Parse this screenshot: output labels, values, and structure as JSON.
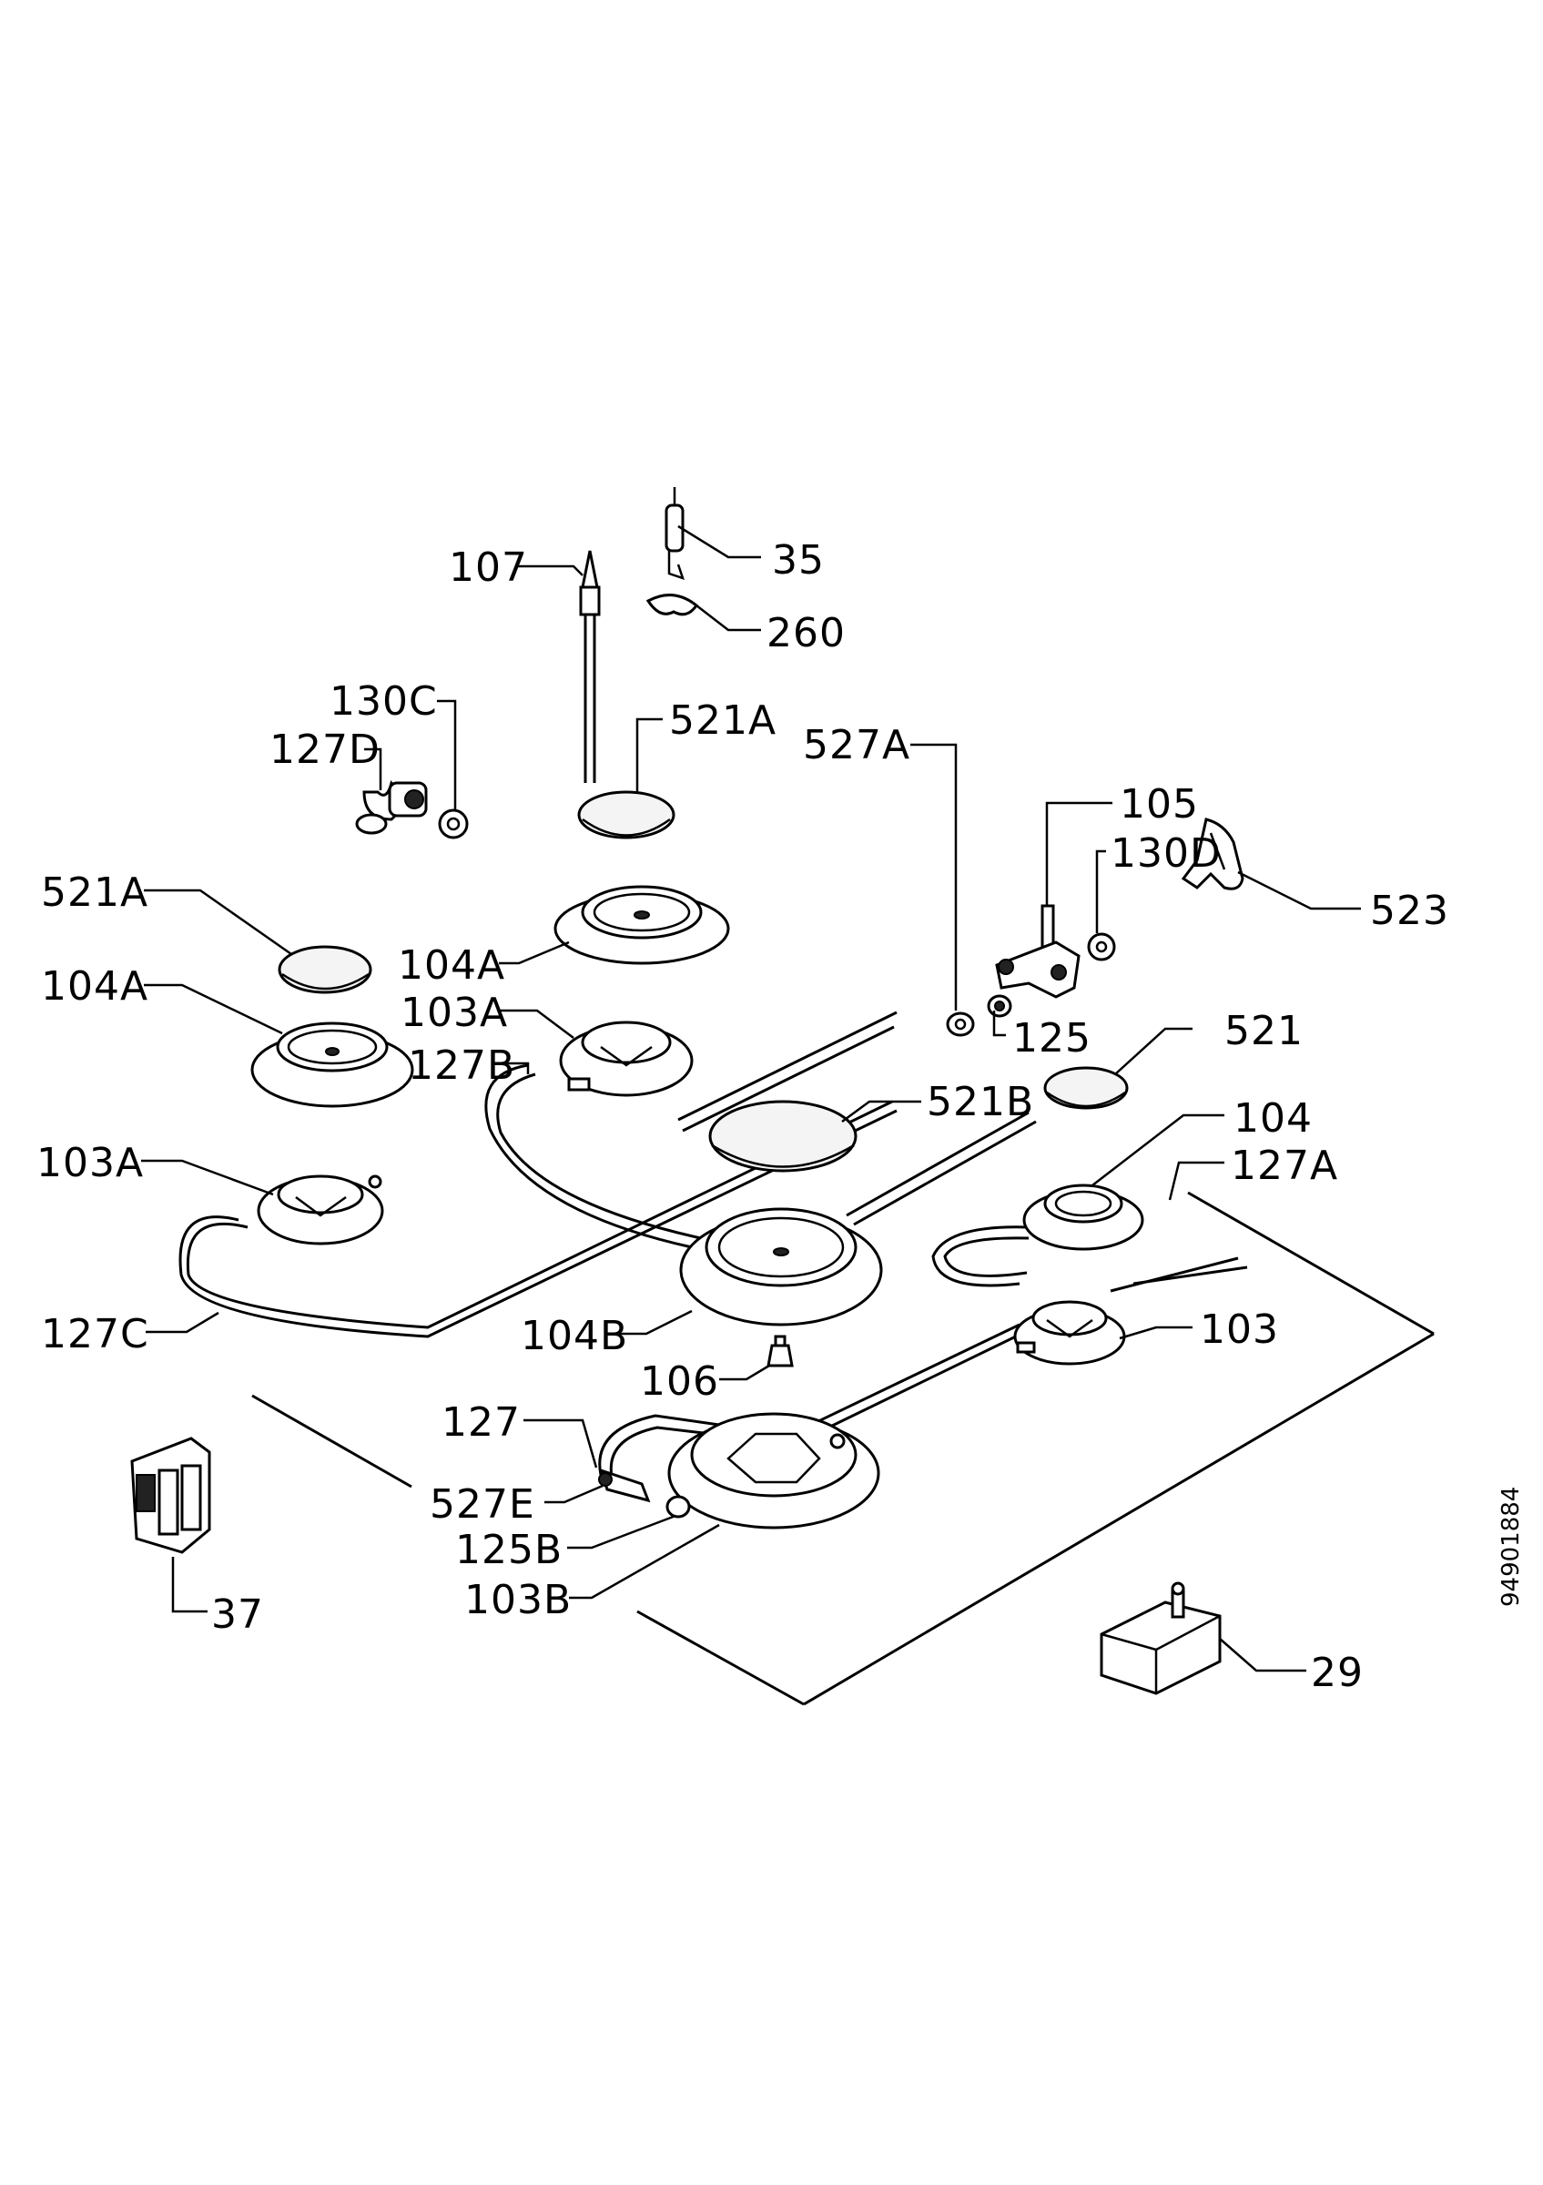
{
  "labels": {
    "l107": "107",
    "l35": "35",
    "l260": "260",
    "l130C": "130C",
    "l127D": "127D",
    "l521A_top": "521A",
    "l527A": "527A",
    "l105": "105",
    "l130D": "130D",
    "l523": "523",
    "l521A_left": "521A",
    "l104A_mid": "104A",
    "l104A_left": "104A",
    "l103A_mid": "103A",
    "l127B": "127B",
    "l125": "125",
    "l521": "521",
    "l521B": "521B",
    "l104": "104",
    "l127A": "127A",
    "l103A_left": "103A",
    "l127C": "127C",
    "l104B": "104B",
    "l103": "103",
    "l106": "106",
    "l127": "127",
    "l527E": "527E",
    "l125B": "125B",
    "l103B": "103B",
    "l37": "37",
    "l29": "29"
  },
  "document_number": "94901884"
}
